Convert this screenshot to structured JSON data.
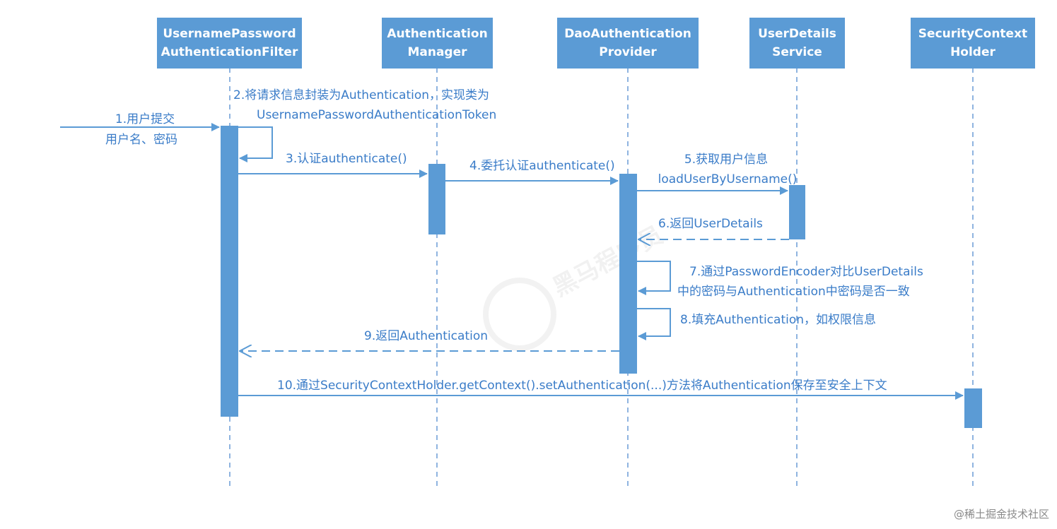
{
  "lifelines": [
    {
      "id": "filter",
      "line1": "UsernamePassword",
      "line2": "AuthenticationFilter"
    },
    {
      "id": "manager",
      "line1": "Authentication",
      "line2": "Manager"
    },
    {
      "id": "provider",
      "line1": "DaoAuthentication",
      "line2": "Provider"
    },
    {
      "id": "uds",
      "line1": "UserDetails",
      "line2": "Service"
    },
    {
      "id": "holder",
      "line1": "SecurityContext",
      "line2": "Holder"
    }
  ],
  "messages": [
    {
      "id": "m1",
      "lines": [
        "1.用户提交",
        "用户名、密码"
      ]
    },
    {
      "id": "m2",
      "lines": [
        "2.将请求信息封装为Authentication，实现类为",
        "UsernamePasswordAuthenticationToken"
      ]
    },
    {
      "id": "m3",
      "lines": [
        "3.认证authenticate()"
      ]
    },
    {
      "id": "m4",
      "lines": [
        "4.委托认证authenticate()"
      ]
    },
    {
      "id": "m5",
      "lines": [
        "5.获取用户信息",
        "loadUserByUsername()"
      ]
    },
    {
      "id": "m6",
      "lines": [
        "6.返回UserDetails"
      ]
    },
    {
      "id": "m7",
      "lines": [
        "7.通过PasswordEncoder对比UserDetails",
        "中的密码与Authentication中密码是否一致"
      ]
    },
    {
      "id": "m8",
      "lines": [
        "8.填充Authentication，如权限信息"
      ]
    },
    {
      "id": "m9",
      "lines": [
        "9.返回Authentication"
      ]
    },
    {
      "id": "m10",
      "lines": [
        "10.通过SecurityContextHolder.getContext().setAuthentication(...)方法将Authentication保存至安全上下文"
      ]
    }
  ],
  "watermark": {
    "text": "黑马程序员"
  },
  "footer": {
    "credit": "@稀土掘金技术社区"
  },
  "colors": {
    "accent": "#5b9bd5",
    "text": "#3a7cc8",
    "lifeline": "#8fb4e0"
  }
}
